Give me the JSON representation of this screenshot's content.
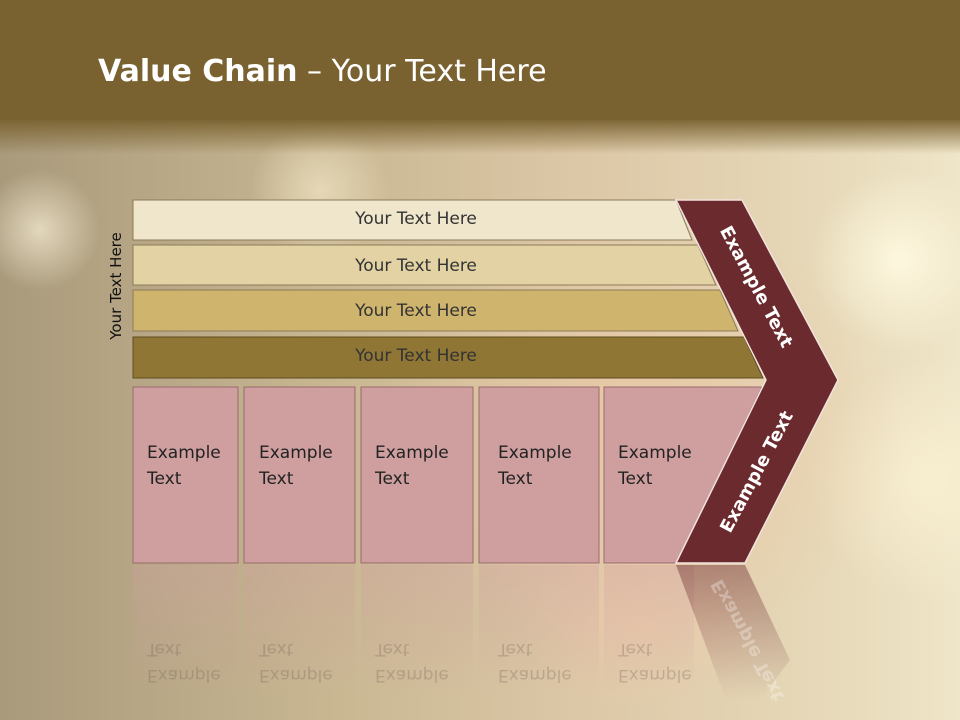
{
  "slide": {
    "title_bold": "Value Chain",
    "title_rest": " – Your Text Here",
    "side_label": "Your Text Here"
  },
  "bars": [
    {
      "label": "Your Text Here",
      "color": "#efe6cc"
    },
    {
      "label": "Your Text Here",
      "color": "#e2d2a4"
    },
    {
      "label": "Your Text Here",
      "color": "#cfb46e"
    },
    {
      "label": "Your Text Here",
      "color": "#8f7634"
    }
  ],
  "columns": [
    {
      "line1": "Example",
      "line2": "Text"
    },
    {
      "line1": "Example",
      "line2": "Text"
    },
    {
      "line1": "Example",
      "line2": "Text"
    },
    {
      "line1": "Example",
      "line2": "Text"
    },
    {
      "line1": "Example",
      "line2": "Text"
    }
  ],
  "chevron": {
    "upper_label": "Example Text",
    "lower_label": "Example Text",
    "color": "#6b2a2e"
  },
  "colors": {
    "header": "#7a6230",
    "column_fill": "#cf9fa0"
  }
}
